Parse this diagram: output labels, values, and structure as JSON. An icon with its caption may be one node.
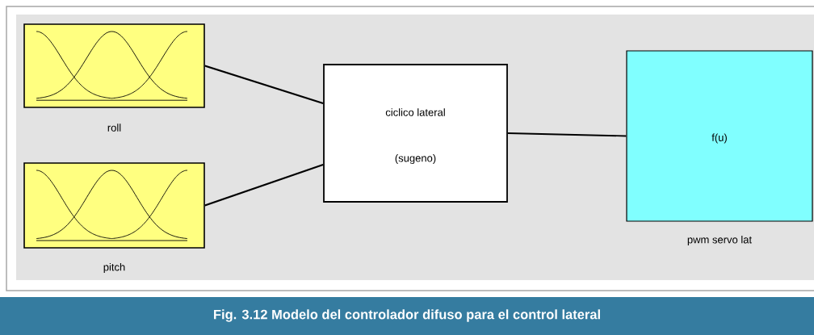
{
  "diagram": {
    "caption": "Fig. 3.12 Modelo del controlador difuso para el control lateral",
    "nodes": [
      {
        "text": [
          "roll"
        ]
      },
      {
        "text": [
          "pitch"
        ]
      },
      {
        "text": [
          "ciclico lateral",
          "(sugeno)"
        ]
      },
      {
        "text": [
          "f(u)",
          "pwm servo lat"
        ]
      }
    ],
    "edges": [
      {
        "from": 0,
        "to": 2,
        "arrow": "none"
      },
      {
        "from": 1,
        "to": 2,
        "arrow": "none"
      },
      {
        "from": 2,
        "to": 3,
        "arrow": "none"
      }
    ]
  }
}
